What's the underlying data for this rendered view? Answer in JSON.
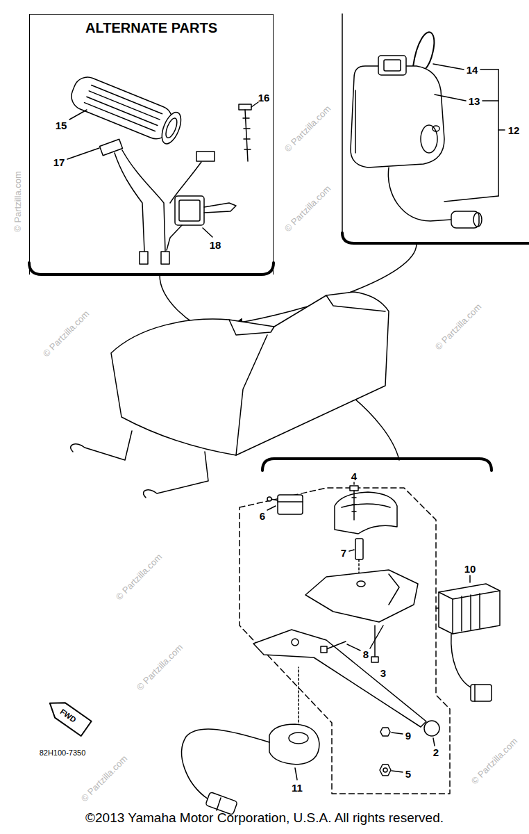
{
  "diagram": {
    "nodes": [
      {
        "text": [
          "ALTERNATE PARTS"
        ]
      }
    ],
    "labels": [
      "15",
      "16",
      "17",
      "18",
      "14",
      "13",
      "12",
      "4",
      "6",
      "7",
      "10",
      "3",
      "8",
      "2",
      "9",
      "5",
      "11",
      "FWD",
      "82H100-7350",
      "©2013 Yamaha Motor Corporation, U.S.A. All rights reserved.",
      "© Partzilla.com",
      "© Partzilla.com",
      "© Partzilla.com",
      "© Partzilla.com",
      "© Partzilla.com",
      "© Partzilla.com",
      "© Partzilla.com",
      "© Partzilla.com",
      "© Partzilla.com"
    ]
  }
}
